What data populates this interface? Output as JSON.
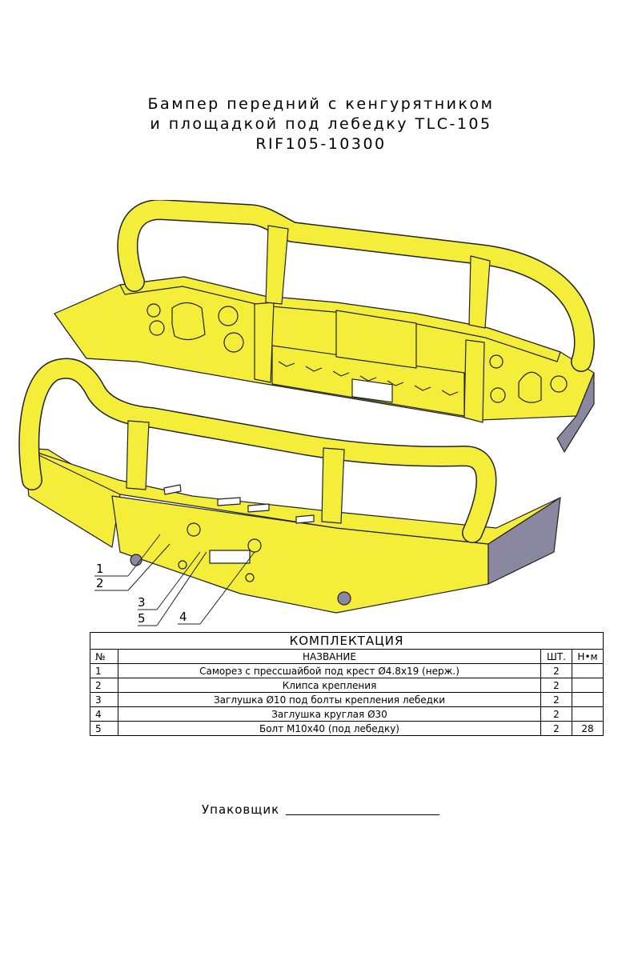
{
  "title": {
    "line1": "Бампер передний с кенгурятником",
    "line2": "и площадкой под лебедку TLC-105",
    "line3": "RIF105-10300"
  },
  "callouts": [
    "2",
    "1",
    "3",
    "5",
    "4"
  ],
  "spec_table": {
    "caption": "КОМПЛЕКТАЦИЯ",
    "headers": {
      "num": "№",
      "name": "НАЗВАНИЕ",
      "qty": "ШТ.",
      "torque": "Н•м"
    },
    "rows": [
      {
        "num": "1",
        "name": "Саморез с прессшайбой под крест Ø4.8х19 (нерж.)",
        "qty": "2",
        "torque": ""
      },
      {
        "num": "2",
        "name": "Клипса крепления",
        "qty": "2",
        "torque": ""
      },
      {
        "num": "3",
        "name": "Заглушка Ø10 под болты крепления лебедки",
        "qty": "2",
        "torque": ""
      },
      {
        "num": "4",
        "name": "Заглушка круглая Ø30",
        "qty": "2",
        "torque": ""
      },
      {
        "num": "5",
        "name": "Болт М10х40 (под лебедку)",
        "qty": "2",
        "torque": "28"
      }
    ]
  },
  "footer": {
    "packer_label": "Упаковщик"
  },
  "colors": {
    "metal": "#f4ee3b",
    "shadow": "#8a87a0",
    "outline": "#222222"
  }
}
